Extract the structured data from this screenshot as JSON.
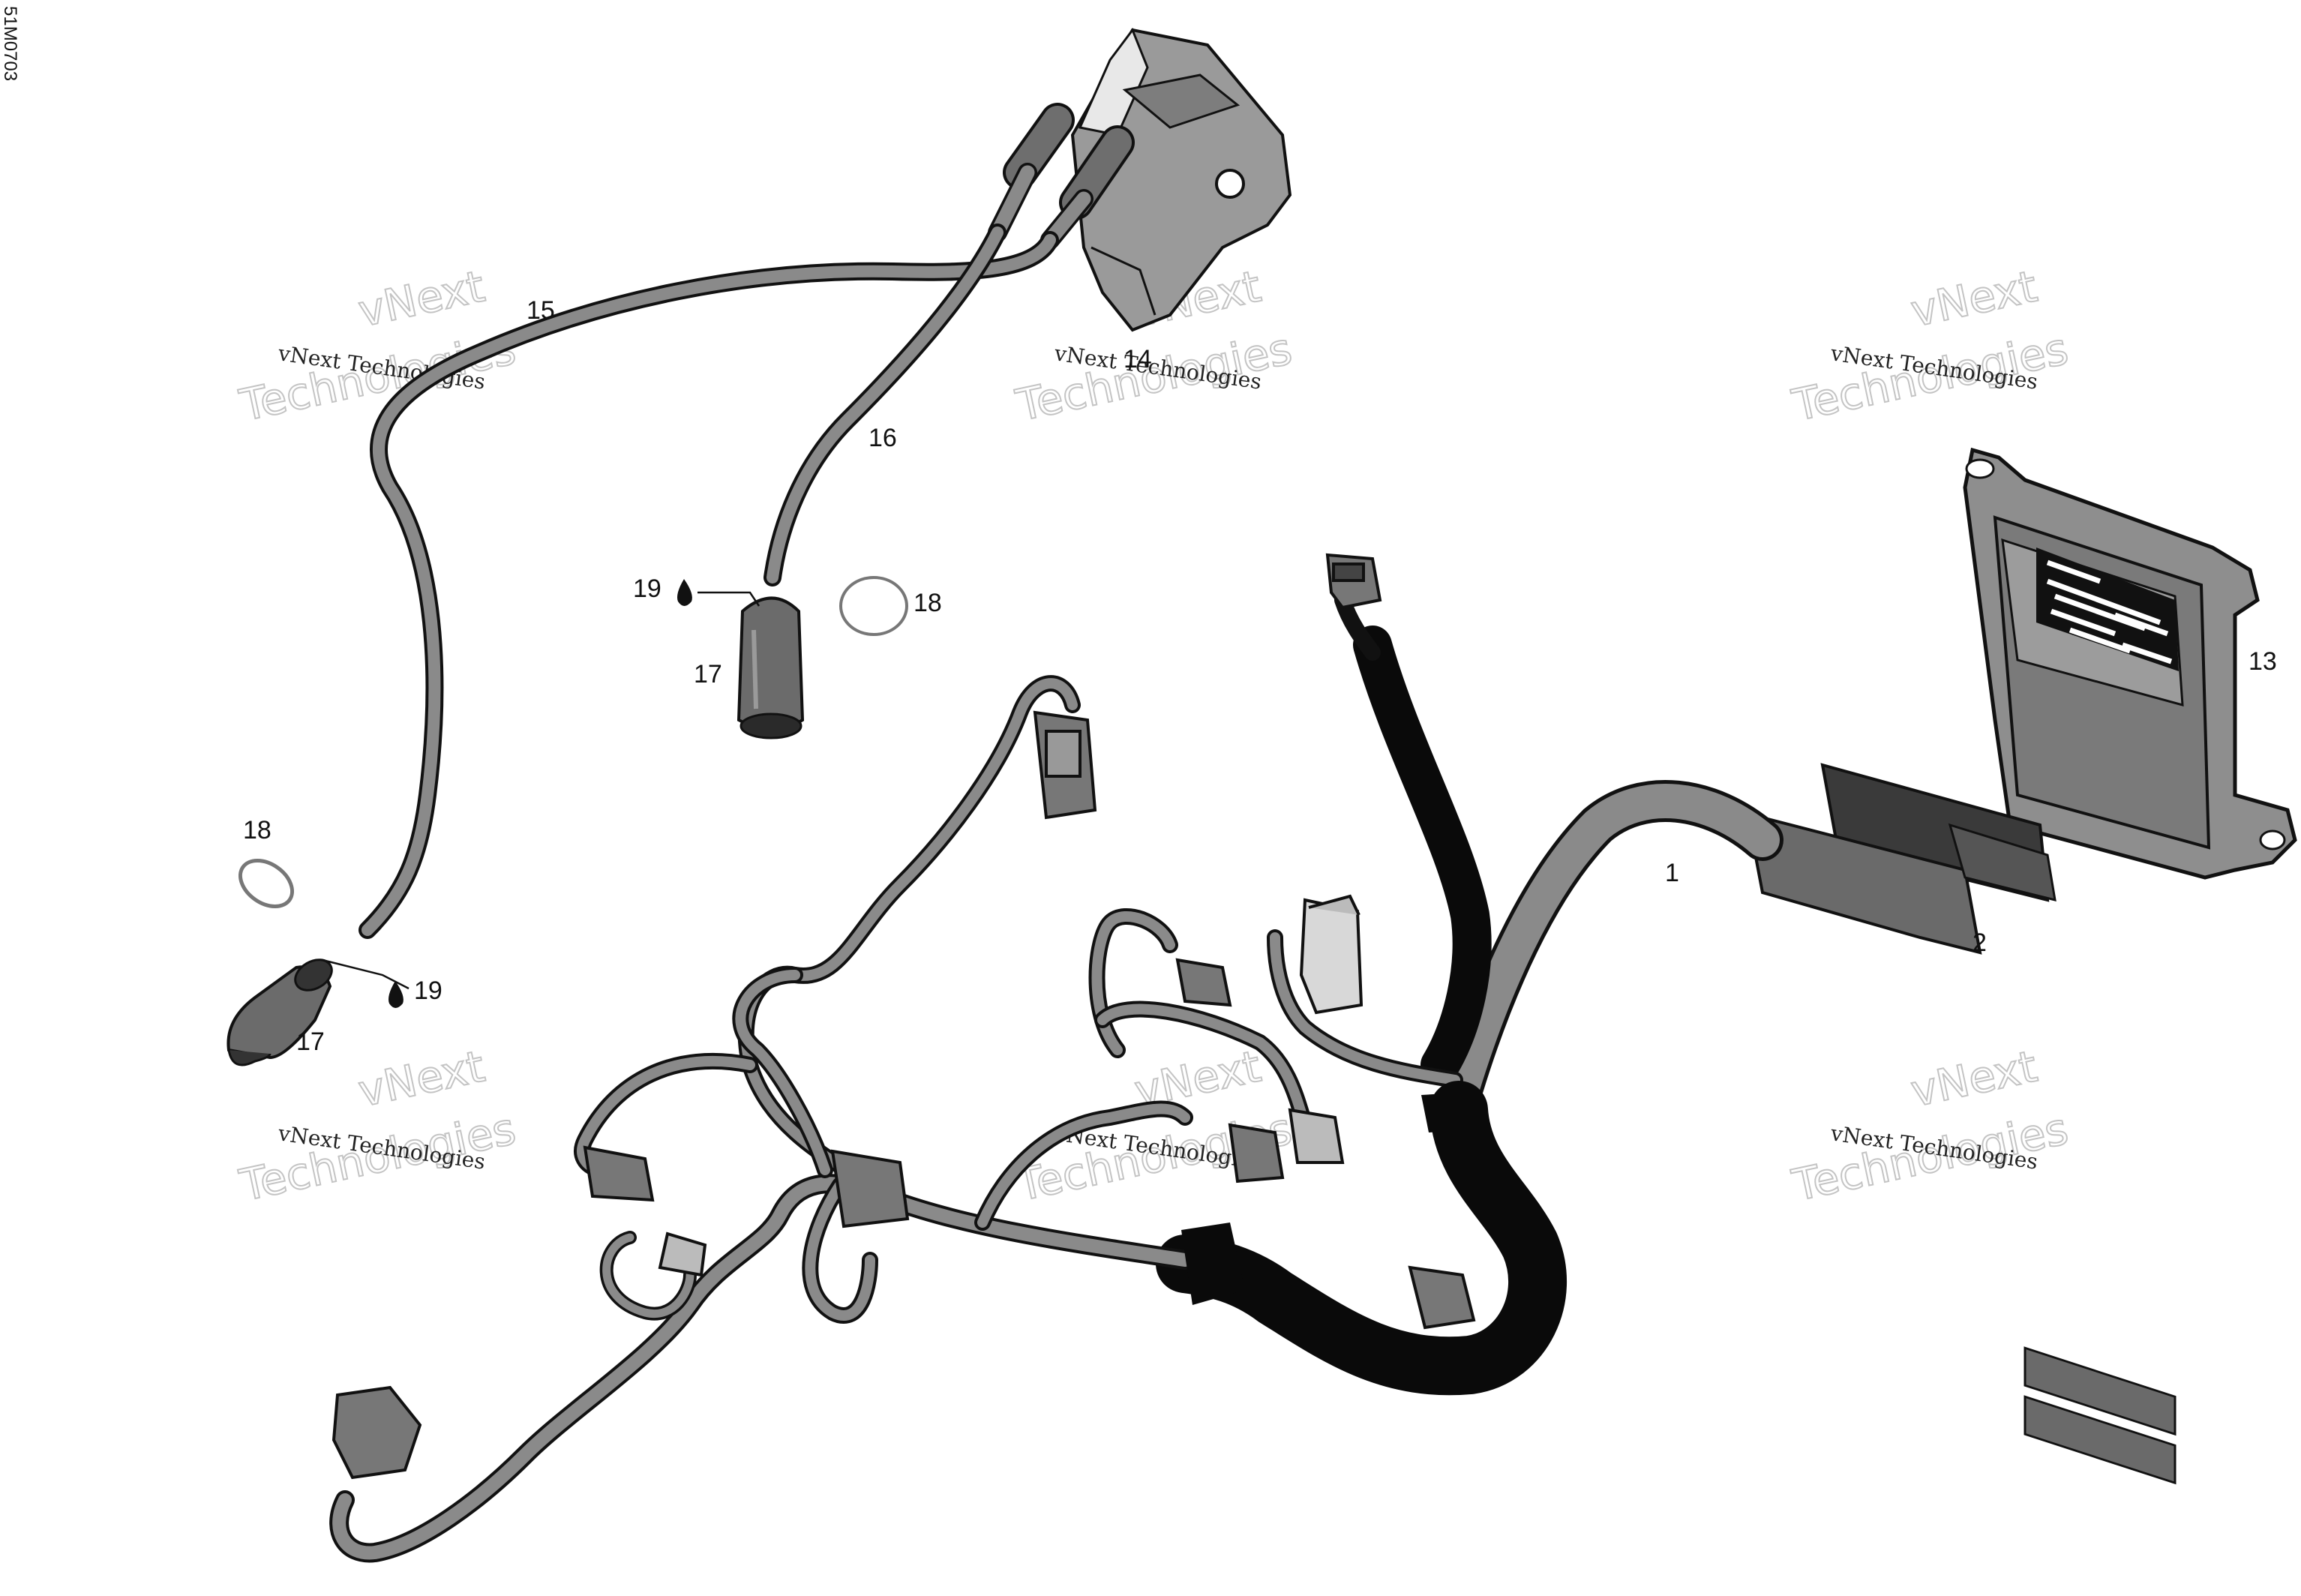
{
  "drawing": {
    "reference_number": "51M0703"
  },
  "callouts": [
    {
      "id": "c1",
      "label": "1"
    },
    {
      "id": "c2",
      "label": "2"
    },
    {
      "id": "c13",
      "label": "13"
    },
    {
      "id": "c14",
      "label": "14"
    },
    {
      "id": "c15",
      "label": "15"
    },
    {
      "id": "c16",
      "label": "16"
    },
    {
      "id": "c17a",
      "label": "17"
    },
    {
      "id": "c17b",
      "label": "17"
    },
    {
      "id": "c18a",
      "label": "18"
    },
    {
      "id": "c18b",
      "label": "18"
    },
    {
      "id": "c19a",
      "label": "19"
    },
    {
      "id": "c19b",
      "label": "19"
    }
  ],
  "watermark": {
    "line_small": "vNext Technologies",
    "big_top": "vNext",
    "big_bottom": "Technologies"
  },
  "colors": {
    "line": "#111111",
    "cable_gray": "#8a8a8a",
    "sleeve_black": "#0a0a0a",
    "watermark": "#c4c4c4"
  }
}
